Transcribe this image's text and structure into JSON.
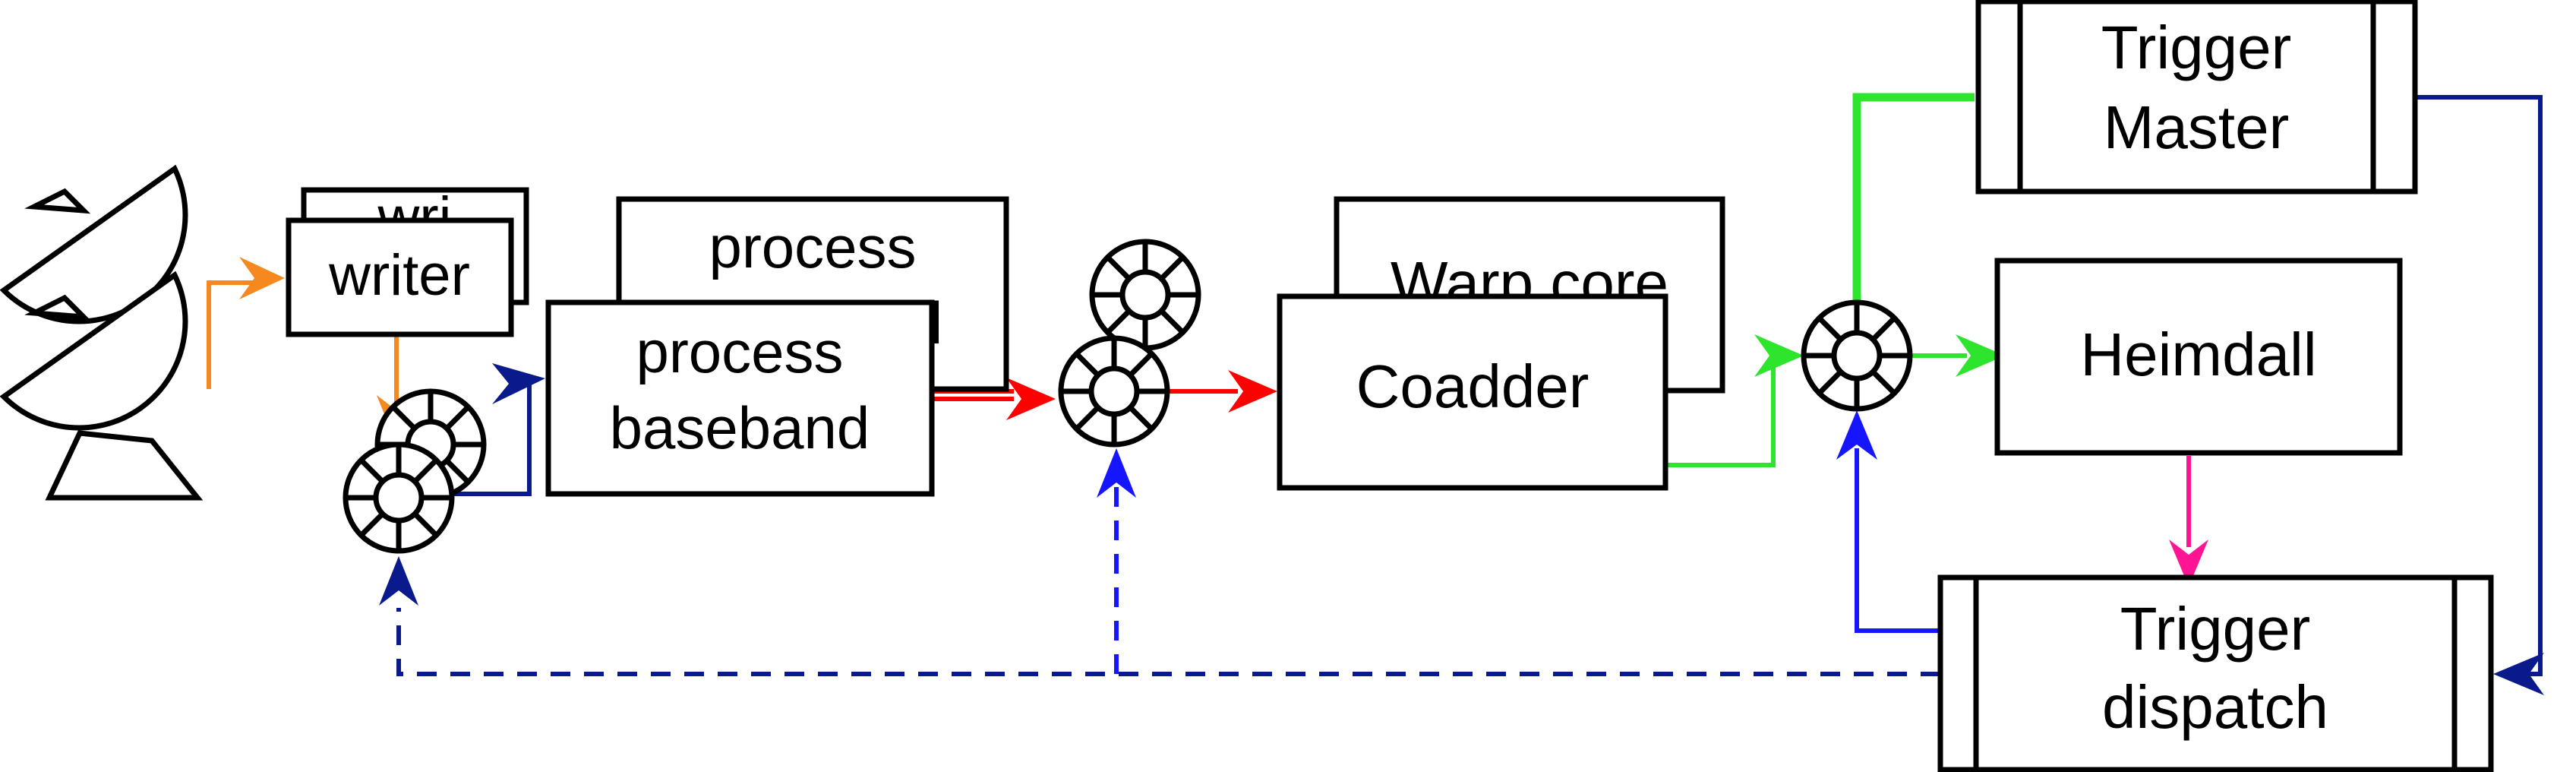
{
  "nodes": {
    "writer_back": "wri",
    "writer": "writer",
    "process_back_line1": "process",
    "process_back_line2": "baseband",
    "process_line1": "process",
    "process_line2": "baseband",
    "warp_core": "Warp core",
    "coadder": "Coadder",
    "trigger_master_line1": "Trigger",
    "trigger_master_line2": "Master",
    "heimdall": "Heimdall",
    "trigger_dispatch_line1": "Trigger",
    "trigger_dispatch_line2": "dispatch"
  },
  "colors": {
    "orange": "#f5891f",
    "navy": "#0a1a8c",
    "red": "#ff0000",
    "green": "#2ee52e",
    "blue": "#1515ff",
    "pink": "#ff1493",
    "black": "#000000"
  },
  "icons": [
    "dish-antenna-icon",
    "ring-buffer-icon"
  ]
}
